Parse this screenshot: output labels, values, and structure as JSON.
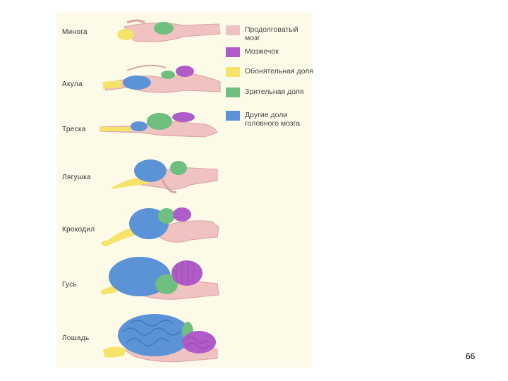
{
  "colors": {
    "medulla": "#f0c2c0",
    "cerebellum": "#b05cc8",
    "olfactory": "#f6e36a",
    "optic": "#6fbf7e",
    "other": "#5b93d6",
    "background": "#fdfbe8"
  },
  "animals": [
    {
      "label": "Минога"
    },
    {
      "label": "Акула"
    },
    {
      "label": "Треска"
    },
    {
      "label": "Лягушка"
    },
    {
      "label": "Крокодил"
    },
    {
      "label": "Гусь"
    },
    {
      "label": "Лошадь"
    }
  ],
  "legend": [
    {
      "label": "Продолговатый мозг",
      "color": "medulla"
    },
    {
      "label": "Мозжечок",
      "color": "cerebellum"
    },
    {
      "label": "Обонятельная доля",
      "color": "olfactory"
    },
    {
      "label": "Зрительная доля",
      "color": "optic"
    },
    {
      "label": "Другие доли головного мозга",
      "color": "other"
    }
  ],
  "page_number": "66"
}
